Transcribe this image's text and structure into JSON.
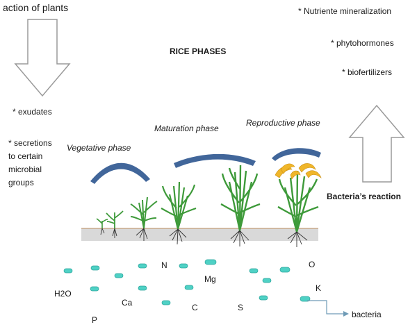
{
  "title": "RICE PHASES",
  "plants_side": {
    "heading": "action of plants",
    "items": [
      "* exudates",
      "* secretions",
      "to certain",
      "microbial",
      "groups"
    ]
  },
  "bacteria_side": {
    "items": [
      "* Nutriente mineralization",
      "* phytohormones",
      "* biofertilizers"
    ],
    "label": "Bacteria’s reaction"
  },
  "phases": {
    "vegetative": "Vegetative phase",
    "maturation": "Maturation phase",
    "reproductive": "Reproductive phase"
  },
  "nutrients": {
    "h2o": "H2O",
    "p": "P",
    "ca": "Ca",
    "n": "N",
    "c": "C",
    "mg": "Mg",
    "s": "S",
    "o": "O",
    "k": "K"
  },
  "bacteria_label": "bacteria",
  "colors": {
    "arc": "#41669a",
    "leaf": "#3e9a3a",
    "leaf_dark": "#2f7a2d",
    "bacterium": "#4fd1c5",
    "flower": "#f0b62a",
    "soil": "#d9d9d9",
    "soil_line": "#c9a98a",
    "arrow_stroke": "#9a9a9a",
    "pointer": "#6f9bb6"
  }
}
